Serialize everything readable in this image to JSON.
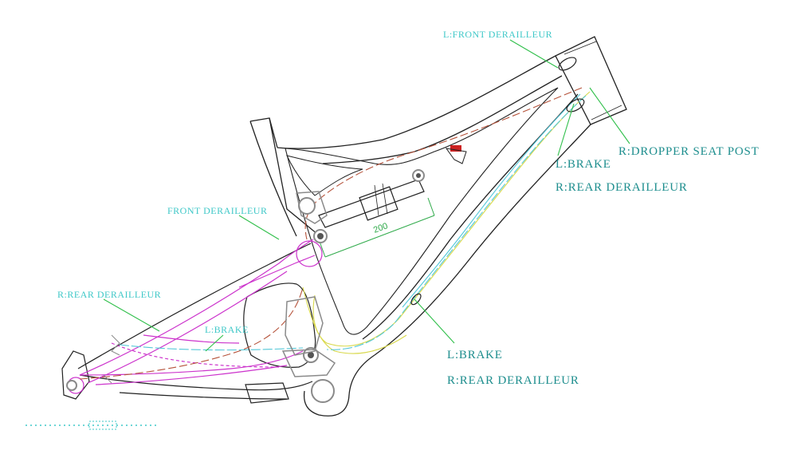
{
  "colors": {
    "label_cyan": "#3fc8c8",
    "label_teal_dark": "#1e8e8e",
    "leader_green": "#2fbf4a",
    "frame_black": "#222222",
    "linkage_magenta": "#cc33cc",
    "cable_brown": "#b5523a",
    "cable_yellow": "#d8d84a",
    "cable_cyan": "#55c8d8",
    "pivot_gray": "#8a8a8a",
    "dimension_green": "#2faa4a"
  },
  "labels": {
    "l_front_derailleur": "L:FRONT DERAILLEUR",
    "r_dropper_seat_post": "R:DROPPER SEAT POST",
    "l_brake_top": "L:BRAKE",
    "r_rear_derailleur_top": "R:REAR DERAILLEUR",
    "front_derailleur": "FRONT DERAILLEUR",
    "r_rear_derailleur_left": "R:REAR DERAILLEUR",
    "l_brake_stay": "L:BRAKE",
    "l_brake_bottom": "L:BRAKE",
    "r_rear_derailleur_bottom": "R:REAR DERAILLEUR"
  },
  "dimension": {
    "shock_eye_to_eye": "200"
  },
  "icons": {
    "cable_guide": "cable-guide-icon",
    "pivot": "pivot-bearing-icon",
    "shock": "rear-shock-icon"
  }
}
